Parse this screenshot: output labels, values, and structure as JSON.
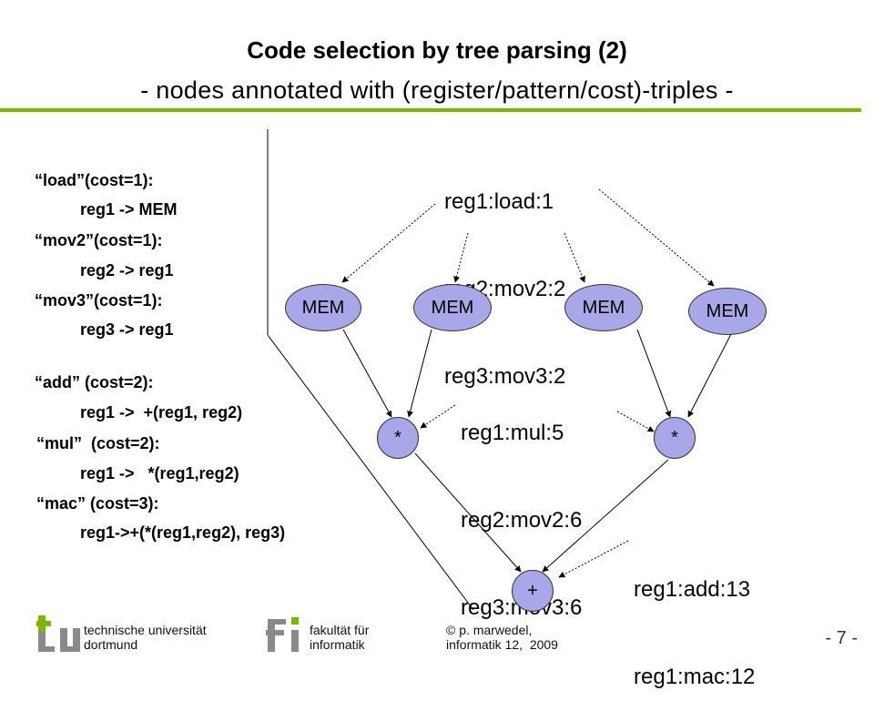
{
  "slide": {
    "title": "Code selection by tree parsing (2)",
    "subtitle": "- nodes annotated with (register/pattern/cost)-triples -"
  },
  "rules": [
    "“load”(cost=1):",
    "reg1 -> MEM",
    "“mov2”(cost=1):",
    "reg2 -> reg1",
    "“mov3”(cost=1):",
    "reg3 -> reg1",
    "“add” (cost=2):",
    "reg1 ->  +(reg1, reg2)",
    "“mul”  (cost=2):",
    "reg1 ->   *(reg1,reg2)",
    "“mac” (cost=3):",
    "reg1->+(*(reg1,reg2), reg3)"
  ],
  "annotations": {
    "mem": [
      "reg1:load:1",
      "reg2:mov2:2",
      "reg3:mov3:2"
    ],
    "mul": [
      "reg1:mul:5",
      "reg2:mov2:6",
      "reg3:mov3:6"
    ],
    "add": [
      "reg1:add:13",
      "reg1:mac:12"
    ]
  },
  "tree": {
    "mem_label": "MEM",
    "mul_label": "*",
    "add_label": "+"
  },
  "footer": {
    "university": "technische universität\ndortmund",
    "faculty": "fakultät für\ninformatik",
    "author": "© p. marwedel,\ninformatik 12,  2009",
    "page": "- 7 -"
  },
  "colors": {
    "accent": "#7ab800",
    "node_fill": "#a8a8e8",
    "logo_gray": "#8a8a8a"
  }
}
